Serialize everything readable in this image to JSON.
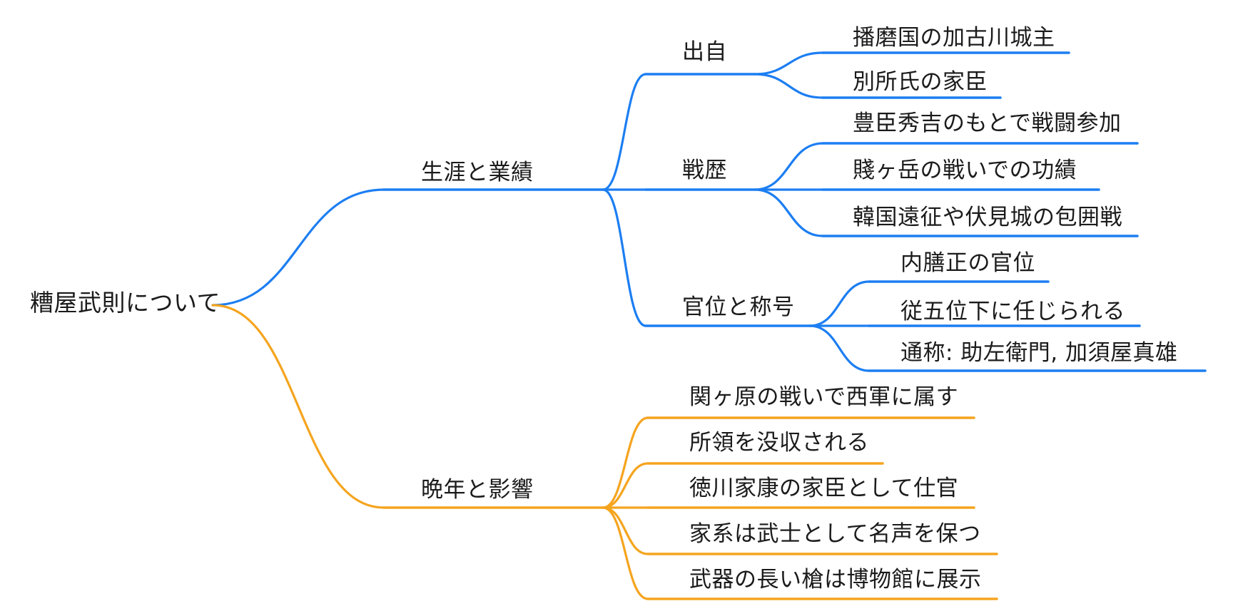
{
  "page": {
    "background": "#ffffff"
  },
  "colors": {
    "blue": "#1c7ef2",
    "orange": "#f5a41e",
    "text": "#1b1b1b"
  },
  "mindmap": {
    "type": "mindmap",
    "root_label": "糟屋武則について",
    "branch_colors": {
      "top_branch": "#1c7ef2",
      "bottom_branch": "#f5a41e"
    },
    "nodes": [
      {
        "id": "root",
        "label": "糟屋武則について",
        "parent": null,
        "branch": null,
        "level": 0,
        "font": 33,
        "text": [
          42,
          406
        ],
        "fork": [
          298,
          428
        ]
      },
      {
        "id": "life-and-achievements",
        "label": "生涯と業績",
        "parent": "root",
        "branch": "blue",
        "level": 1,
        "text": [
          590,
          225
        ],
        "line": [
          538,
          266,
          845
        ]
      },
      {
        "id": "later-years-and-influence",
        "label": "晩年と影響",
        "parent": "root",
        "branch": "orange",
        "level": 1,
        "text": [
          590,
          670
        ],
        "line": [
          538,
          712,
          845
        ]
      },
      {
        "id": "origin",
        "label": "出自",
        "parent": "life-and-achievements",
        "branch": "blue",
        "level": 2,
        "text": [
          956,
          56
        ],
        "line": [
          905,
          104,
          1058
        ]
      },
      {
        "id": "battle-record",
        "label": "戦歴",
        "parent": "life-and-achievements",
        "branch": "blue",
        "level": 2,
        "text": [
          956,
          222
        ],
        "line": [
          905,
          266,
          1058
        ]
      },
      {
        "id": "rank-and-titles",
        "label": "官位と称号",
        "parent": "life-and-achievements",
        "branch": "blue",
        "level": 2,
        "text": [
          956,
          414
        ],
        "line": [
          905,
          457,
          1135
        ]
      },
      {
        "id": "harima-kakogawa-lord",
        "label": "播磨国の加古川城主",
        "parent": "origin",
        "branch": "blue",
        "level": 3,
        "text": [
          1195,
          36
        ],
        "line": [
          1153,
          74,
          1498
        ]
      },
      {
        "id": "bessho-vassal",
        "label": "別所氏の家臣",
        "parent": "origin",
        "branch": "blue",
        "level": 3,
        "text": [
          1195,
          98
        ],
        "line": [
          1153,
          137,
          1402
        ]
      },
      {
        "id": "hideyoshi-battles",
        "label": "豊臣秀吉のもとで戦闘参加",
        "parent": "battle-record",
        "branch": "blue",
        "level": 3,
        "text": [
          1195,
          156
        ],
        "line": [
          1153,
          201,
          1594
        ]
      },
      {
        "id": "shizugatake-merit",
        "label": "賤ヶ岳の戦いでの功績",
        "parent": "battle-record",
        "branch": "blue",
        "level": 3,
        "text": [
          1195,
          222
        ],
        "line": [
          1153,
          266,
          1540
        ]
      },
      {
        "id": "korea-fushimi-siege",
        "label": "韓国遠征や伏見城の包囲戦",
        "parent": "battle-record",
        "branch": "blue",
        "level": 3,
        "text": [
          1195,
          288
        ],
        "line": [
          1153,
          331,
          1594
        ]
      },
      {
        "id": "naizen-no-sho-rank",
        "label": "内膳正の官位",
        "parent": "rank-and-titles",
        "branch": "blue",
        "level": 3,
        "text": [
          1262,
          352
        ],
        "line": [
          1218,
          395,
          1469
        ]
      },
      {
        "id": "junior-fifth-rank",
        "label": "従五位下に任じられる",
        "parent": "rank-and-titles",
        "branch": "blue",
        "level": 3,
        "text": [
          1262,
          420
        ],
        "line": [
          1218,
          457,
          1597
        ]
      },
      {
        "id": "common-names",
        "label": "通称: 助左衛門, 加須屋真雄",
        "parent": "rank-and-titles",
        "branch": "blue",
        "level": 3,
        "text": [
          1262,
          478
        ],
        "line": [
          1218,
          520,
          1689
        ]
      },
      {
        "id": "sekigahara-western-army",
        "label": "関ヶ原の戦いで西軍に属す",
        "parent": "later-years-and-influence",
        "branch": "orange",
        "level": 2,
        "text": [
          966,
          540
        ],
        "line": [
          908,
          586,
          1365
        ]
      },
      {
        "id": "territory-confiscated",
        "label": "所領を没収される",
        "parent": "later-years-and-influence",
        "branch": "orange",
        "level": 2,
        "text": [
          966,
          604
        ],
        "line": [
          908,
          650,
          1237
        ]
      },
      {
        "id": "tokugawa-service",
        "label": "徳川家康の家臣として仕官",
        "parent": "later-years-and-influence",
        "branch": "orange",
        "level": 2,
        "text": [
          966,
          668
        ],
        "line": [
          908,
          712,
          1365
        ]
      },
      {
        "id": "family-samurai-fame",
        "label": "家系は武士として名声を保つ",
        "parent": "later-years-and-influence",
        "branch": "orange",
        "level": 2,
        "text": [
          966,
          732
        ],
        "line": [
          908,
          777,
          1397
        ]
      },
      {
        "id": "long-spear-museum",
        "label": "武器の長い槍は博物館に展示",
        "parent": "later-years-and-influence",
        "branch": "orange",
        "level": 2,
        "text": [
          966,
          796
        ],
        "line": [
          908,
          840,
          1397
        ]
      }
    ]
  }
}
